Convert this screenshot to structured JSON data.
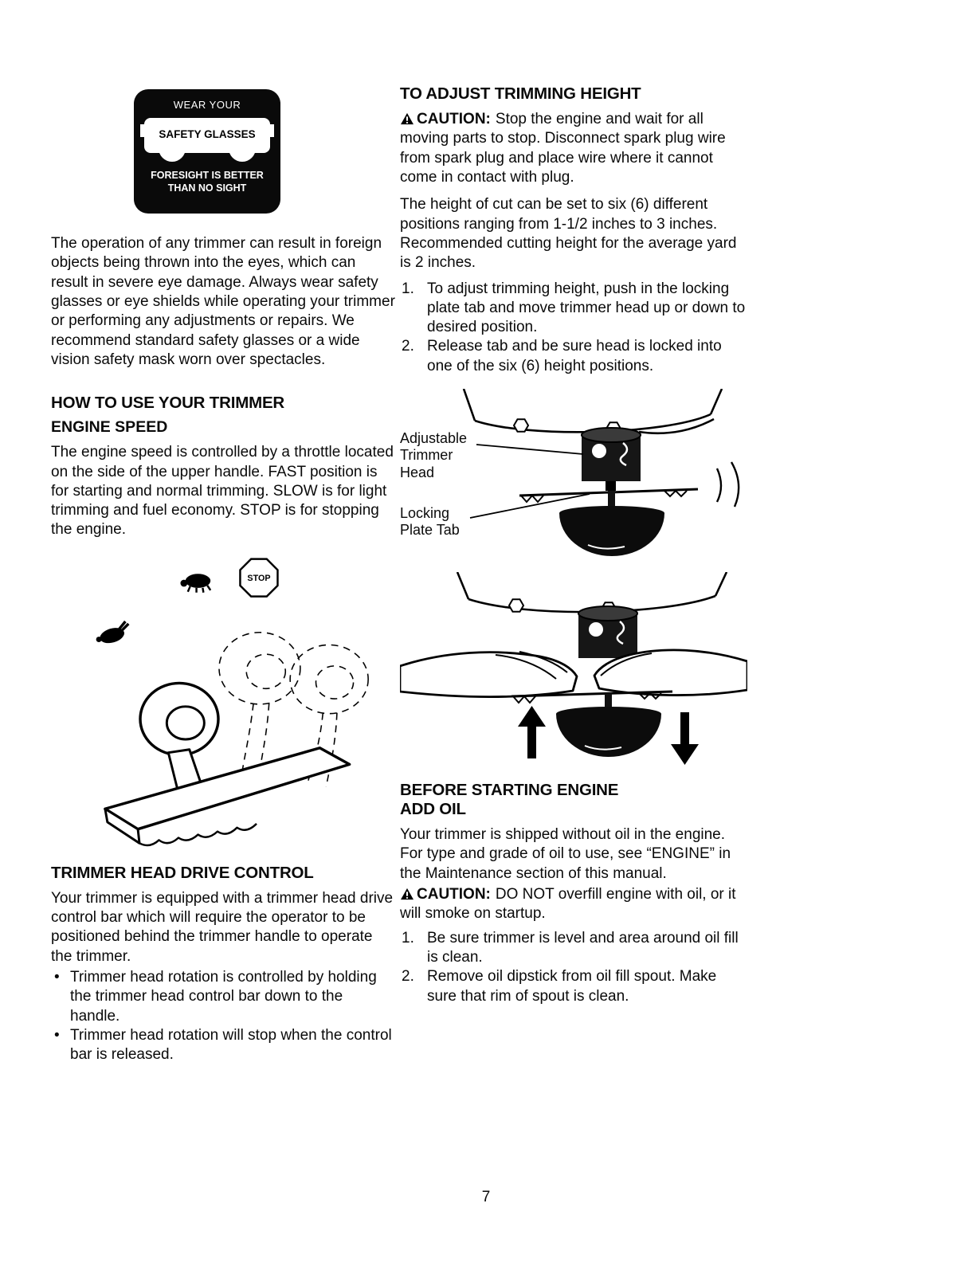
{
  "badge": {
    "line1": "WEAR YOUR",
    "line2": "SAFETY GLASSES",
    "line3": "FORESIGHT IS BETTER",
    "line4": "THAN NO SIGHT"
  },
  "left": {
    "intro": "The operation of any trimmer can result in foreign objects being thrown into the eyes, which can result in severe eye damage.  Always wear safety glasses or eye shields while operating your trimmer or performing any adjustments or repairs. We recommend standard safety glasses or a wide vision safety mask worn over spectacles.",
    "how_to_heading": "HOW TO USE YOUR TRIMMER",
    "engine_speed_heading": "ENGINE SPEED",
    "engine_speed_text": "The engine speed is controlled by a throttle located on the side of the upper handle.  FAST position is for starting and normal trimming.  SLOW is for light trimming and fuel economy.  STOP is for stopping the engine.",
    "stop_sign_label": "STOP",
    "drive_heading": "TRIMMER HEAD DRIVE CONTROL",
    "drive_text": "Your trimmer is equipped with a trimmer head drive control bar which will require the operator to be positioned behind the trimmer handle to operate the trimmer.",
    "drive_bullets": [
      "Trimmer head rotation is controlled by holding the trimmer head control bar down to the handle.",
      "Trimmer head rotation will stop when the control bar is released."
    ]
  },
  "right": {
    "adjust_heading": "TO ADJUST TRIMMING HEIGHT",
    "caution1_label": "CAUTION:",
    "caution1_text": "Stop the engine and wait for all moving parts to stop. Disconnect spark plug wire from spark plug and place wire where it cannot come in contact with plug.",
    "height_text": "The height of cut can be set to six (6) different positions ranging from 1-1/2 inches to 3 inches. Recommended cutting height for the average yard is 2 inches.",
    "adjust_steps": [
      {
        "num": "1.",
        "text": "To adjust trimming height, push in the locking plate tab and move trimmer head up or down to desired position."
      },
      {
        "num": "2.",
        "text": "Release tab and be sure head is locked into one of the six (6) height positions."
      }
    ],
    "label_adjustable_1": "Adjustable",
    "label_adjustable_2": "Trimmer",
    "label_adjustable_3": "Head",
    "label_locking_1": "Locking",
    "label_locking_2": "Plate Tab",
    "before_heading": "BEFORE STARTING ENGINE",
    "add_oil_heading": "ADD OIL",
    "add_oil_text": "Your trimmer is shipped without oil in the engine. For type and grade of oil to use, see “ENGINE” in the Maintenance section of this manual.",
    "caution2_label": "CAUTION:",
    "caution2_text": "DO NOT overfill engine with oil, or it will smoke on startup.",
    "oil_steps": [
      {
        "num": "1.",
        "text": "Be sure trimmer is level and area around oil fill is clean."
      },
      {
        "num": "2.",
        "text": "Remove oil dipstick from oil fill spout. Make sure that rim of spout is clean."
      }
    ]
  },
  "footer": {
    "page_number": "7"
  }
}
